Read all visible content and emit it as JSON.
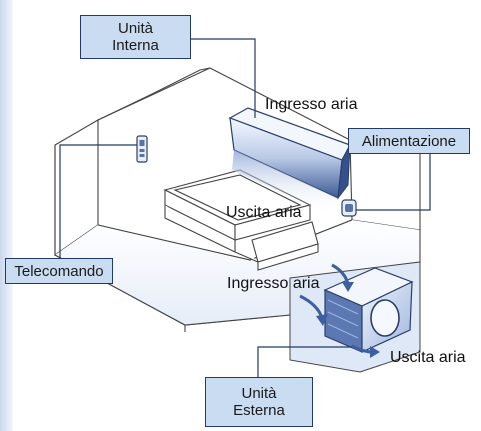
{
  "callouts": {
    "indoor_unit": [
      "Unità",
      "Interna"
    ],
    "power": "Alimentazione",
    "remote": "Telecomando",
    "outdoor_unit": [
      "Unità",
      "Esterna"
    ]
  },
  "airflow": {
    "indoor_intake": "Ingresso aria",
    "indoor_outlet": "Uscita aria",
    "outdoor_intake": "Ingresso aria",
    "outdoor_outlet": "Uscita aria"
  },
  "colors": {
    "callout_fill": "#c9dcf1",
    "line": "#223a66",
    "panel": "#d7e1f1",
    "unit_body": "#e3edf8",
    "unit_shade": "#5872a8"
  }
}
